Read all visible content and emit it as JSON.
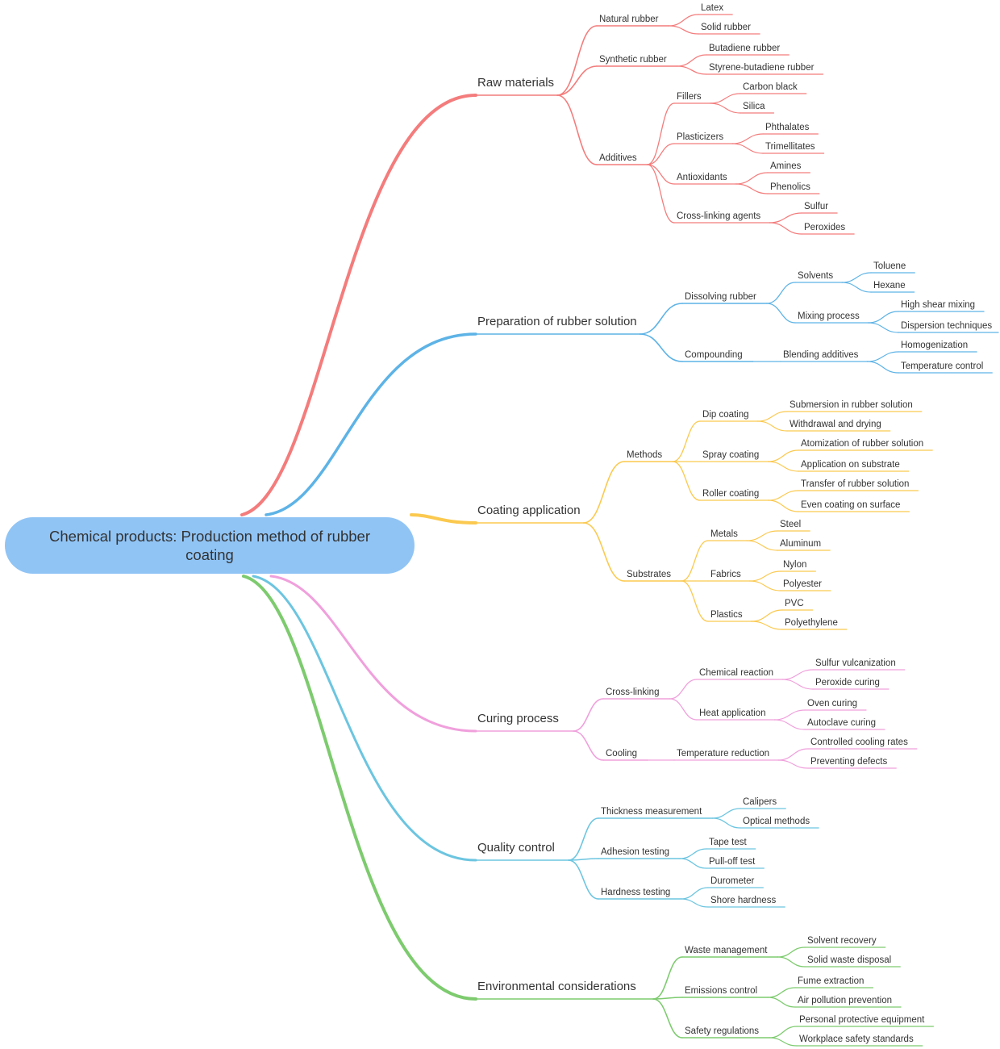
{
  "root": {
    "title": "Chemical products: Production method of rubber coating",
    "color": "#90c4f5"
  },
  "branches": [
    {
      "label": "Raw materials",
      "color": "#f47c7c",
      "children": [
        {
          "label": "Natural rubber",
          "children": [
            {
              "label": "Latex"
            },
            {
              "label": "Solid rubber"
            }
          ]
        },
        {
          "label": "Synthetic rubber",
          "children": [
            {
              "label": "Butadiene rubber"
            },
            {
              "label": "Styrene-butadiene rubber"
            }
          ]
        },
        {
          "label": "Additives",
          "children": [
            {
              "label": "Fillers",
              "children": [
                {
                  "label": "Carbon black"
                },
                {
                  "label": "Silica"
                }
              ]
            },
            {
              "label": "Plasticizers",
              "children": [
                {
                  "label": "Phthalates"
                },
                {
                  "label": "Trimellitates"
                }
              ]
            },
            {
              "label": "Antioxidants",
              "children": [
                {
                  "label": "Amines"
                },
                {
                  "label": "Phenolics"
                }
              ]
            },
            {
              "label": "Cross-linking agents",
              "children": [
                {
                  "label": "Sulfur"
                },
                {
                  "label": "Peroxides"
                }
              ]
            }
          ]
        }
      ]
    },
    {
      "label": "Preparation of rubber solution",
      "color": "#5db3e6",
      "children": [
        {
          "label": "Dissolving rubber",
          "children": [
            {
              "label": "Solvents",
              "children": [
                {
                  "label": "Toluene"
                },
                {
                  "label": "Hexane"
                }
              ]
            },
            {
              "label": "Mixing process",
              "children": [
                {
                  "label": "High shear mixing"
                },
                {
                  "label": "Dispersion techniques"
                }
              ]
            }
          ]
        },
        {
          "label": "Compounding",
          "children": [
            {
              "label": "Blending additives",
              "children": [
                {
                  "label": "Homogenization"
                },
                {
                  "label": "Temperature control"
                }
              ]
            }
          ]
        }
      ]
    },
    {
      "label": "Coating application",
      "color": "#fbc94f",
      "children": [
        {
          "label": "Methods",
          "children": [
            {
              "label": "Dip coating",
              "children": [
                {
                  "label": "Submersion in rubber solution"
                },
                {
                  "label": "Withdrawal and drying"
                }
              ]
            },
            {
              "label": "Spray coating",
              "children": [
                {
                  "label": "Atomization of rubber solution"
                },
                {
                  "label": "Application on substrate"
                }
              ]
            },
            {
              "label": "Roller coating",
              "children": [
                {
                  "label": "Transfer of rubber solution"
                },
                {
                  "label": "Even coating on surface"
                }
              ]
            }
          ]
        },
        {
          "label": "Substrates",
          "children": [
            {
              "label": "Metals",
              "children": [
                {
                  "label": "Steel"
                },
                {
                  "label": "Aluminum"
                }
              ]
            },
            {
              "label": "Fabrics",
              "children": [
                {
                  "label": "Nylon"
                },
                {
                  "label": "Polyester"
                }
              ]
            },
            {
              "label": "Plastics",
              "children": [
                {
                  "label": "PVC"
                },
                {
                  "label": "Polyethylene"
                }
              ]
            }
          ]
        }
      ]
    },
    {
      "label": "Curing process",
      "color": "#f0a0dc",
      "children": [
        {
          "label": "Cross-linking",
          "children": [
            {
              "label": "Chemical reaction",
              "children": [
                {
                  "label": "Sulfur vulcanization"
                },
                {
                  "label": "Peroxide curing"
                }
              ]
            },
            {
              "label": "Heat application",
              "children": [
                {
                  "label": "Oven curing"
                },
                {
                  "label": "Autoclave curing"
                }
              ]
            }
          ]
        },
        {
          "label": "Cooling",
          "children": [
            {
              "label": "Temperature reduction",
              "children": [
                {
                  "label": "Controlled cooling rates"
                },
                {
                  "label": "Preventing defects"
                }
              ]
            }
          ]
        }
      ]
    },
    {
      "label": "Quality control",
      "color": "#6cc5e0",
      "children": [
        {
          "label": "Thickness measurement",
          "children": [
            {
              "label": "Calipers"
            },
            {
              "label": "Optical methods"
            }
          ]
        },
        {
          "label": "Adhesion testing",
          "children": [
            {
              "label": "Tape test"
            },
            {
              "label": "Pull-off test"
            }
          ]
        },
        {
          "label": "Hardness testing",
          "children": [
            {
              "label": "Durometer"
            },
            {
              "label": "Shore hardness"
            }
          ]
        }
      ]
    },
    {
      "label": "Environmental considerations",
      "color": "#7dcb6e",
      "children": [
        {
          "label": "Waste management",
          "children": [
            {
              "label": "Solvent recovery"
            },
            {
              "label": "Solid waste disposal"
            }
          ]
        },
        {
          "label": "Emissions control",
          "children": [
            {
              "label": "Fume extraction"
            },
            {
              "label": "Air pollution prevention"
            }
          ]
        },
        {
          "label": "Safety regulations",
          "children": [
            {
              "label": "Personal protective equipment"
            },
            {
              "label": "Workplace safety standards"
            }
          ]
        }
      ]
    }
  ]
}
